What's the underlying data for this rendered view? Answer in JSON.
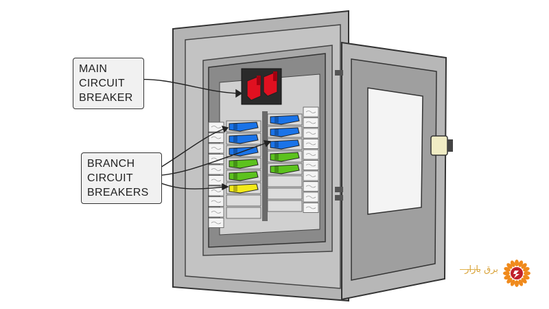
{
  "labels": {
    "main_breaker": [
      "MAIN",
      "CIRCUIT",
      "BREAKER"
    ],
    "branch_breakers": [
      "BRANCH",
      "CIRCUIT",
      "BREAKERS"
    ]
  },
  "watermark": {
    "text": "برق بازار"
  },
  "colors": {
    "main_breaker": "#e01020",
    "branch_blue": "#1a73e8",
    "branch_green": "#5cc21e",
    "branch_yellow": "#f3ea1a",
    "panel_gray": "#b4b4b4",
    "logo_orange": "#f08a1c"
  },
  "breakers": {
    "left_column": [
      "blue",
      "blue",
      "blue",
      "green",
      "green",
      "yellow",
      "empty",
      "empty"
    ],
    "right_column": [
      "blue",
      "blue",
      "blue",
      "green",
      "green",
      "empty",
      "empty",
      "empty"
    ]
  }
}
